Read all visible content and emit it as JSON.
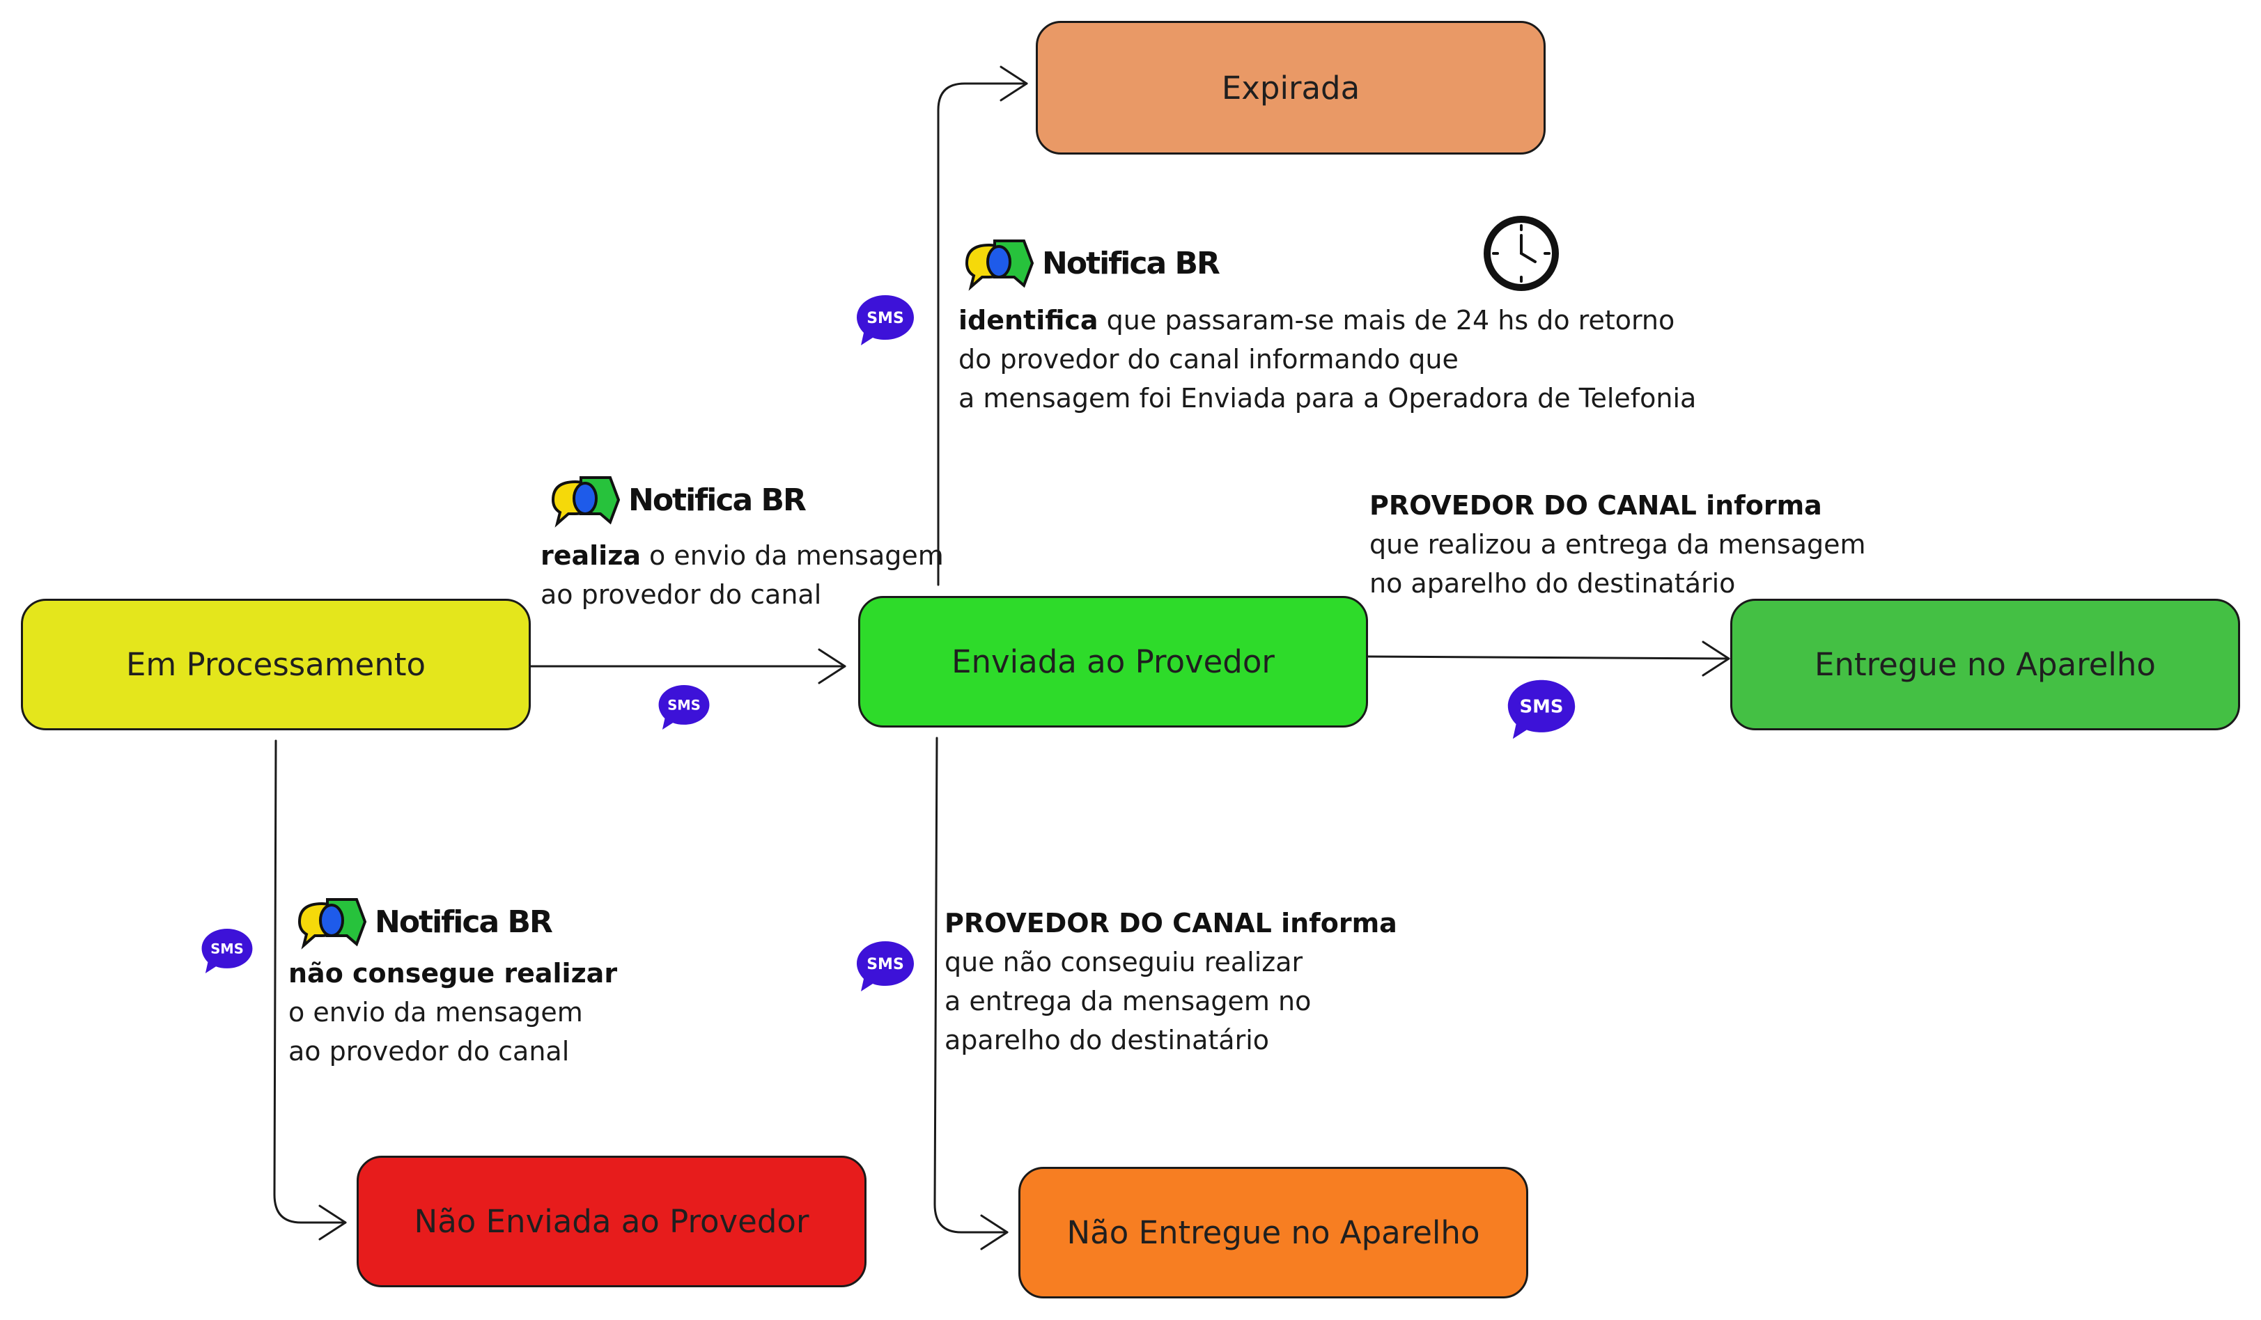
{
  "nodes": {
    "em_processamento": {
      "label": "Em Processamento",
      "color": "#e4e61c"
    },
    "enviada_provedor": {
      "label": "Enviada ao Provedor",
      "color": "#2edb2a"
    },
    "expirada": {
      "label": "Expirada",
      "color": "#e99966"
    },
    "entregue_aparelho": {
      "label": "Entregue no Aparelho",
      "color": "#44c044"
    },
    "nao_enviada_provedor": {
      "label": "Não Enviada ao Provedor",
      "color": "#e71c1c"
    },
    "nao_entregue_aparelho": {
      "label": "Não Entregue no Aparelho",
      "color": "#f77e22"
    }
  },
  "brand": {
    "name": "Notifica BR",
    "colors": {
      "yellow": "#f5d90a",
      "blue": "#1e5bea",
      "green": "#27c23c"
    }
  },
  "sms_icon": {
    "label": "SMS",
    "color": "#3d12d8"
  },
  "clock_icon": "clock-icon",
  "notes": {
    "envio": {
      "bold": "realiza",
      "line1_rest": " o envio da mensagem",
      "line2": "ao provedor do canal"
    },
    "expira": {
      "bold": "identifica",
      "line1_rest": " que passaram-se mais de 24 hs do retorno",
      "line2": "do provedor do canal informando que",
      "line3": "a mensagem foi Enviada para a Operadora de Telefonia"
    },
    "entrega": {
      "bold": "PROVEDOR DO CANAL informa",
      "line2": "que realizou a entrega da mensagem",
      "line3": "no aparelho do destinatário"
    },
    "nao_envio": {
      "bold": "não consegue realizar",
      "line2": " o envio da mensagem",
      "line3": " ao provedor do canal"
    },
    "nao_entrega": {
      "bold": " PROVEDOR DO CANAL informa",
      "line2": "que não conseguiu realizar",
      "line3": "a entrega da mensagem no",
      "line4": "aparelho do destinatário"
    }
  }
}
